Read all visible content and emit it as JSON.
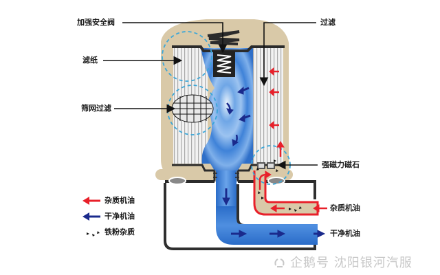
{
  "diagram": {
    "title": "机油滤清器工作原理",
    "labels": {
      "relief_valve": "加强安全阀",
      "filter_paper": "滤纸",
      "screen_filter": "筛网过滤",
      "filtering": "过滤",
      "magnet": "强磁力磁石",
      "dirty_oil_inlet": "杂质机油",
      "clean_oil_outlet": "干净机油"
    },
    "legend": [
      {
        "label": "杂质机油",
        "icon": "red-arrow-left-icon",
        "color": "#e8202a"
      },
      {
        "label": "干净机油",
        "icon": "blue-arrow-left-icon",
        "color": "#1a2a8c"
      },
      {
        "label": "铁粉杂质",
        "icon": "iron-particles-icon",
        "color": "#111111"
      }
    ],
    "colors": {
      "housing": "#d9c9a8",
      "clean_oil": "#3a7fd5",
      "dirty_oil": "#e8202a",
      "dashed_highlight": "#3aa6d8",
      "outline": "#333333"
    },
    "watermark": "企鹅号 沈阳银河汽服"
  }
}
